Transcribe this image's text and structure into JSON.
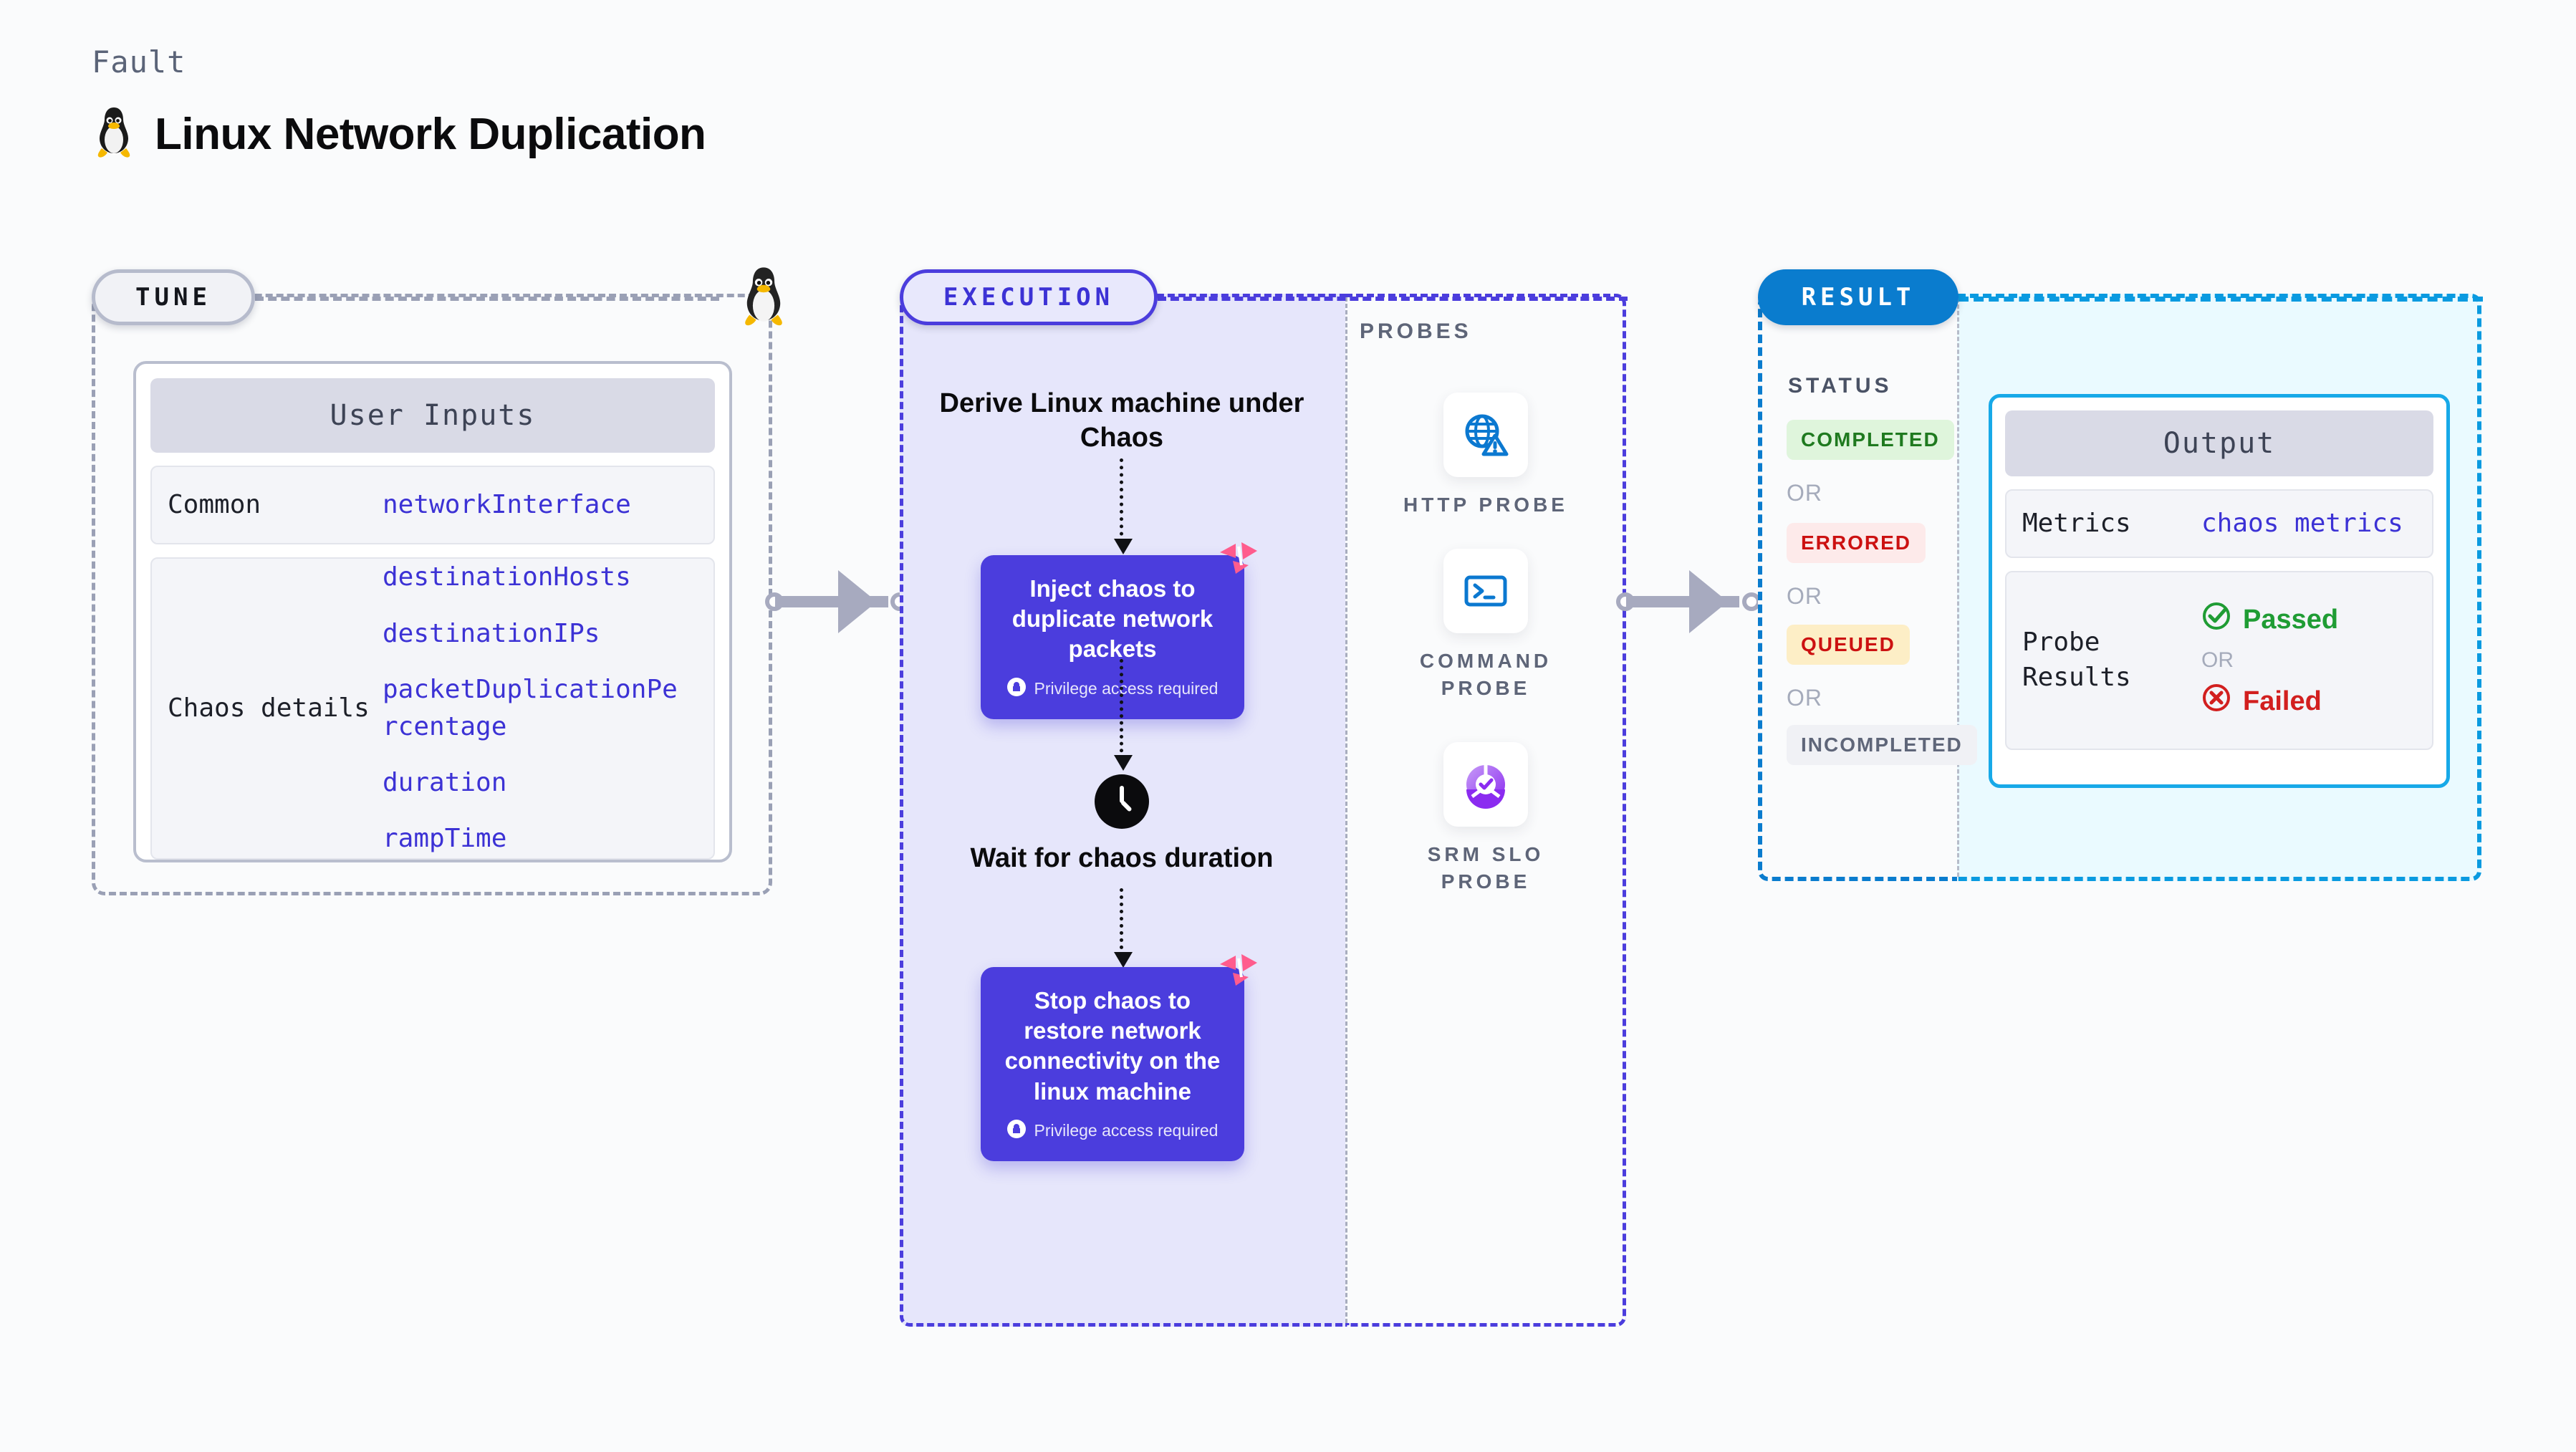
{
  "header": {
    "kicker": "Fault",
    "title": "Linux Network Duplication",
    "icon": "linux-penguin-icon"
  },
  "tune": {
    "pill_label": "TUNE",
    "card_title": "User Inputs",
    "rows": [
      {
        "key": "Common",
        "values": [
          "networkInterface"
        ]
      },
      {
        "key": "Chaos details",
        "values": [
          "destinationHosts",
          "destinationIPs",
          "packetDuplicationPercentage",
          "duration",
          "rampTime"
        ]
      }
    ]
  },
  "execution": {
    "pill_label": "EXECUTION",
    "step_derive": "Derive Linux machine under Chaos",
    "step_inject": {
      "title": "Inject chaos to duplicate network packets",
      "note": "Privilege access required"
    },
    "step_wait": "Wait for chaos duration",
    "step_stop": {
      "title": "Stop chaos to restore network connectivity on the linux machine",
      "note": "Privilege access required"
    }
  },
  "probes": {
    "section_label": "PROBES",
    "items": [
      {
        "name": "HTTP PROBE",
        "icon": "globe-warning-icon"
      },
      {
        "name": "COMMAND PROBE",
        "icon": "terminal-icon"
      },
      {
        "name": "SRM SLO PROBE",
        "icon": "slo-donut-check-icon"
      }
    ]
  },
  "result": {
    "pill_label": "RESULT",
    "status_label": "STATUS",
    "or_label": "OR",
    "statuses": [
      {
        "label": "COMPLETED",
        "color": "#1f7a1f",
        "bg": "#dff5dc"
      },
      {
        "label": "ERRORED",
        "color": "#cc1111",
        "bg": "#fdeaea"
      },
      {
        "label": "QUEUED",
        "color": "#cc1111",
        "bg": "#fdeec6"
      },
      {
        "label": "INCOMPLETED",
        "color": "#5f6679",
        "bg": "#f0f1f5"
      }
    ],
    "output": {
      "card_title": "Output",
      "metrics_key": "Metrics",
      "metrics_value": "chaos metrics",
      "probe_key": "Probe Results",
      "verdict_pass": "Passed",
      "verdict_fail": "Failed",
      "or_label": "OR"
    }
  },
  "colors": {
    "execution_purple": "#4b3ddd",
    "result_blue": "#0a7cce",
    "result_cyan": "#17a9e8",
    "link_indigo": "#3c32d5",
    "harness_pink": "#ff5c8d"
  }
}
